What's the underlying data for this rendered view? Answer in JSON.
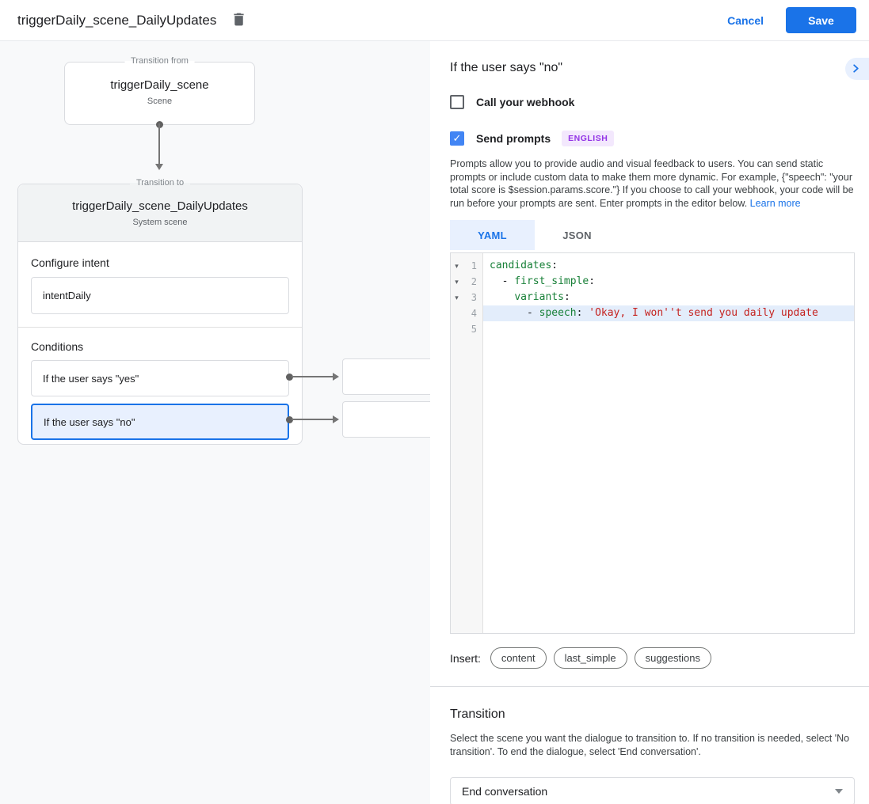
{
  "header": {
    "title": "triggerDaily_scene_DailyUpdates",
    "cancel_label": "Cancel",
    "save_label": "Save"
  },
  "canvas": {
    "from_box": {
      "legend": "Transition from",
      "title": "triggerDaily_scene",
      "subtitle": "Scene"
    },
    "to_card": {
      "legend": "Transition to",
      "title": "triggerDaily_scene_DailyUpdates",
      "subtitle": "System scene",
      "configure_intent_label": "Configure intent",
      "intent_value": "intentDaily",
      "conditions_label": "Conditions",
      "conditions": [
        {
          "label": "If the user says \"yes\"",
          "selected": false
        },
        {
          "label": "If the user says \"no\"",
          "selected": true
        }
      ]
    }
  },
  "panel": {
    "title": "If the user says \"no\"",
    "webhook_label": "Call your webhook",
    "prompts_label": "Send prompts",
    "language_badge": "ENGLISH",
    "description": "Prompts allow you to provide audio and visual feedback to users. You can send static prompts or include custom data to make them more dynamic. For example, {\"speech\": \"your total score is $session.params.score.\"} If you choose to call your webhook, your code will be run before your prompts are sent. Enter prompts in the editor below. ",
    "learn_more_label": "Learn more",
    "tabs": [
      {
        "label": "YAML",
        "active": true
      },
      {
        "label": "JSON",
        "active": false
      }
    ],
    "editor": {
      "lines": [
        {
          "num": "1",
          "fold": true,
          "highlight": false,
          "tokens": [
            {
              "text": "candidates",
              "type": "key"
            },
            {
              "text": ":",
              "type": "plain"
            }
          ]
        },
        {
          "num": "2",
          "fold": true,
          "highlight": false,
          "tokens": [
            {
              "text": "  - ",
              "type": "plain"
            },
            {
              "text": "first_simple",
              "type": "key"
            },
            {
              "text": ":",
              "type": "plain"
            }
          ]
        },
        {
          "num": "3",
          "fold": true,
          "highlight": false,
          "tokens": [
            {
              "text": "    ",
              "type": "plain"
            },
            {
              "text": "variants",
              "type": "key"
            },
            {
              "text": ":",
              "type": "plain"
            }
          ]
        },
        {
          "num": "4",
          "fold": false,
          "highlight": true,
          "tokens": [
            {
              "text": "      - ",
              "type": "plain"
            },
            {
              "text": "speech",
              "type": "key"
            },
            {
              "text": ": ",
              "type": "plain"
            },
            {
              "text": "'Okay, I won''t send you daily update",
              "type": "string"
            }
          ]
        },
        {
          "num": "5",
          "fold": false,
          "highlight": false,
          "tokens": []
        }
      ]
    },
    "insert": {
      "label": "Insert:",
      "chips": [
        "content",
        "last_simple",
        "suggestions"
      ]
    },
    "transition": {
      "title": "Transition",
      "description": "Select the scene you want the dialogue to transition to. If no transition is needed, select 'No transition'. To end the dialogue, select 'End conversation'.",
      "select_value": "End conversation"
    }
  },
  "colors": {
    "accent_blue": "#1a73e8",
    "selected_fill": "#e8f0fe",
    "code_key_green": "#188038",
    "code_string_red": "#c5221f",
    "badge_purple": "#9334e6"
  }
}
